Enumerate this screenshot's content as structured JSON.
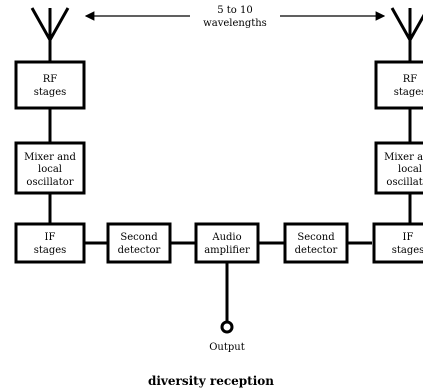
{
  "spacing_label": [
    "5 to 10",
    "wavelengths"
  ],
  "left_chain": {
    "rf": [
      "RF",
      "stages"
    ],
    "mixer": [
      "Mixer and",
      "local",
      "oscillator"
    ],
    "if": [
      "IF",
      "stages"
    ],
    "detector": [
      "Second",
      "detector"
    ]
  },
  "right_chain": {
    "rf": [
      "RF",
      "stages"
    ],
    "mixer": [
      "Mixer and",
      "local",
      "oscillator"
    ],
    "if": [
      "IF",
      "stages"
    ],
    "detector": [
      "Second",
      "detector"
    ]
  },
  "audio_amplifier": [
    "Audio",
    "amplifier"
  ],
  "output_label": "Output",
  "caption": "diversity reception"
}
